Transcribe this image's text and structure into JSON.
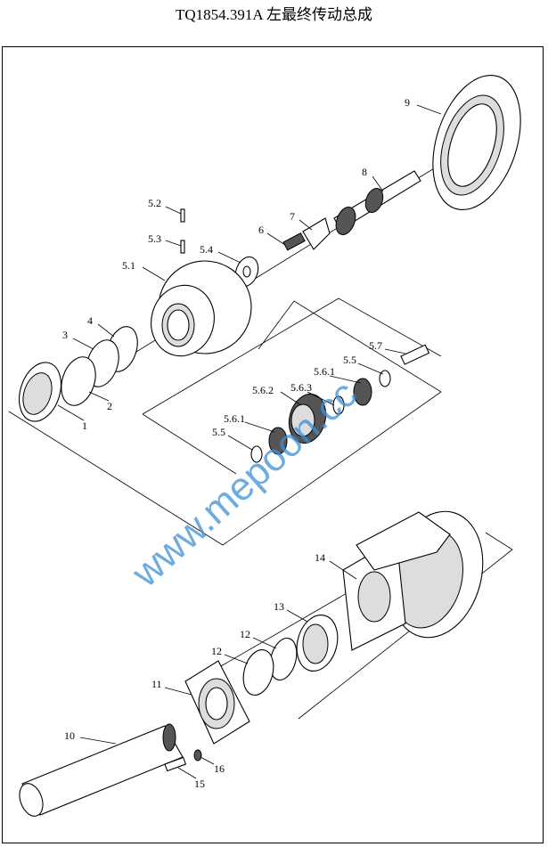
{
  "title": "TQ1854.391A  左最终传动总成",
  "watermark": "www.mepoon.cc",
  "labels": [
    "5.2",
    "5.3",
    "5.1",
    "5.4",
    "6",
    "7",
    "8",
    "9",
    "4",
    "3",
    "2",
    "1",
    "5.7",
    "5.5",
    "5.6.1",
    "5.6.3",
    "5.6.2",
    "5.6.1",
    "5.5",
    "14",
    "13",
    "12",
    "12",
    "11",
    "10",
    "16",
    "15"
  ]
}
